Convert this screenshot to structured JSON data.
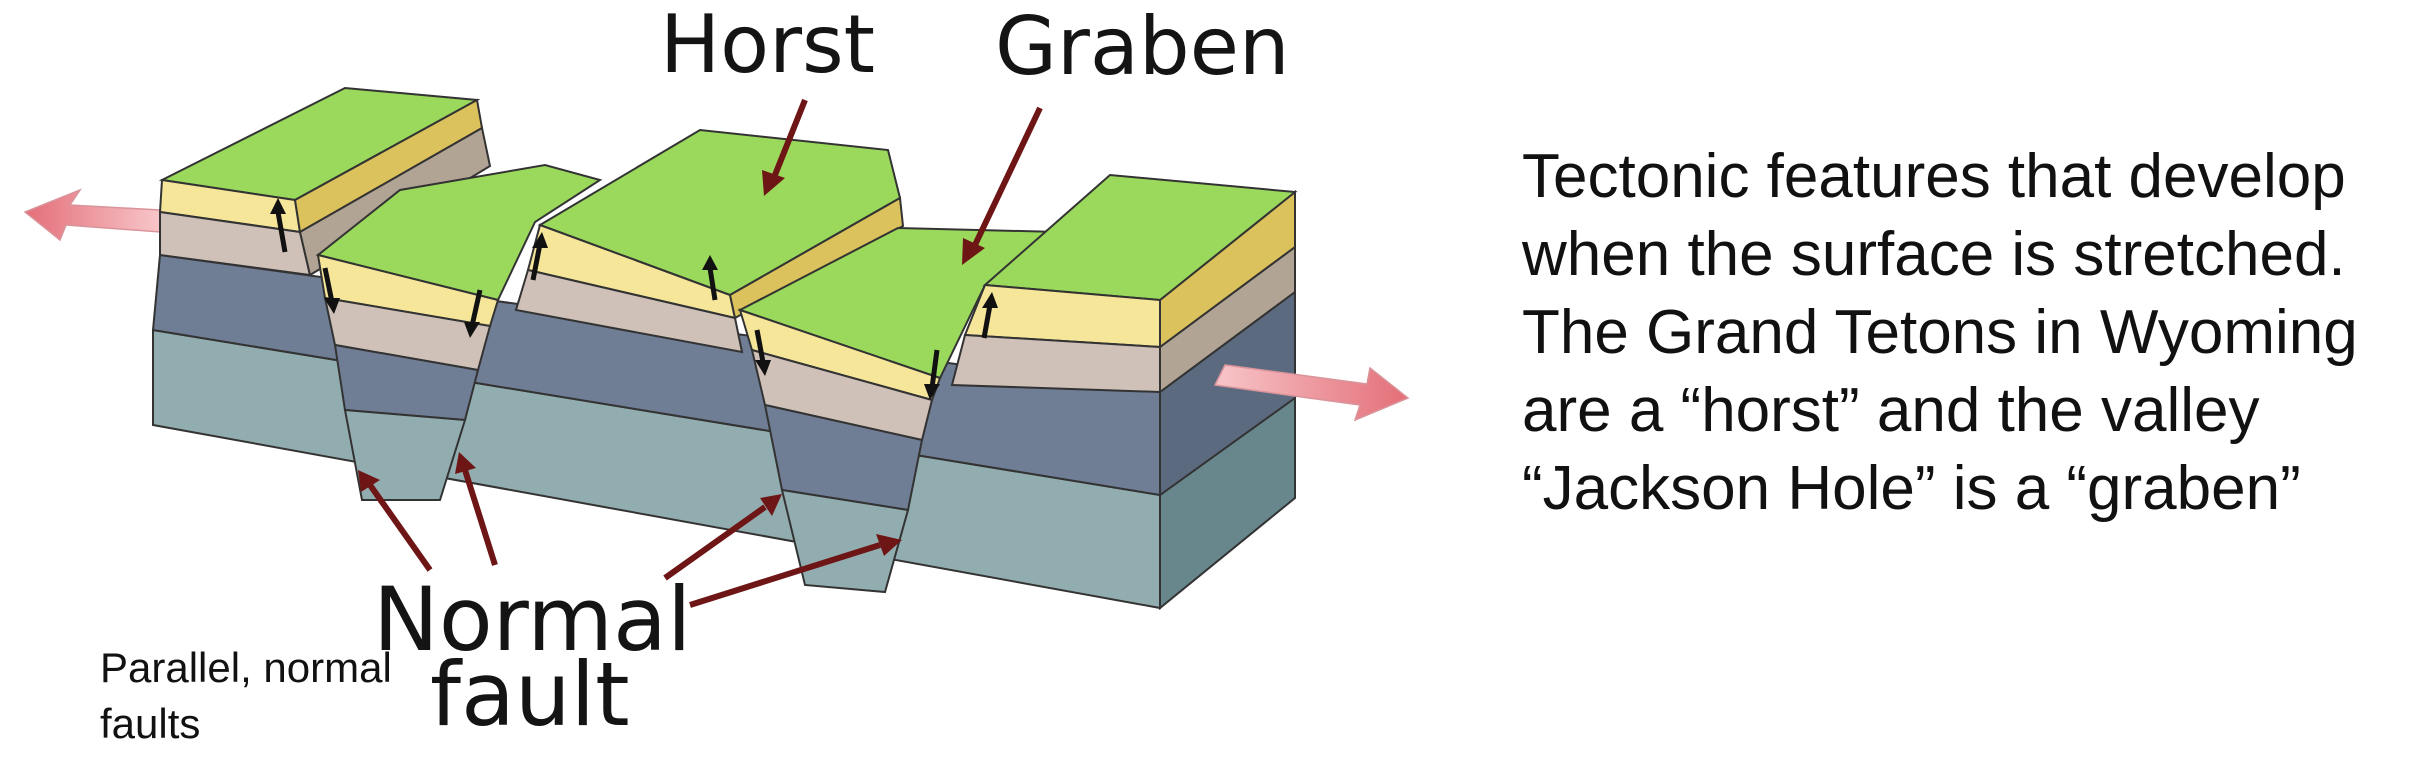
{
  "diagram": {
    "labels": {
      "horst": "Horst",
      "graben": "Graben",
      "normal": "Normal",
      "fault": "fault"
    },
    "colors": {
      "grass": "#9ad95c",
      "topsoil": "#f6e69a",
      "topsoil_side": "#dcc25c",
      "clay": "#cfc0b8",
      "clay_side": "#b2a494",
      "slate": "#6f7d95",
      "slate_side": "#5c6a80",
      "rock": "#92adb0",
      "rock_side": "#67878d",
      "pointer": "#6e1515",
      "extension_arrow": "#ec8c92"
    }
  },
  "description": {
    "lines": [
      "Tectonic features that develop",
      "when the surface is stretched.",
      "The Grand Tetons in Wyoming",
      "are a “horst” and the valley",
      "“Jackson Hole” is a “graben”"
    ]
  },
  "caption": {
    "lines": [
      "Parallel, normal",
      "faults"
    ]
  }
}
